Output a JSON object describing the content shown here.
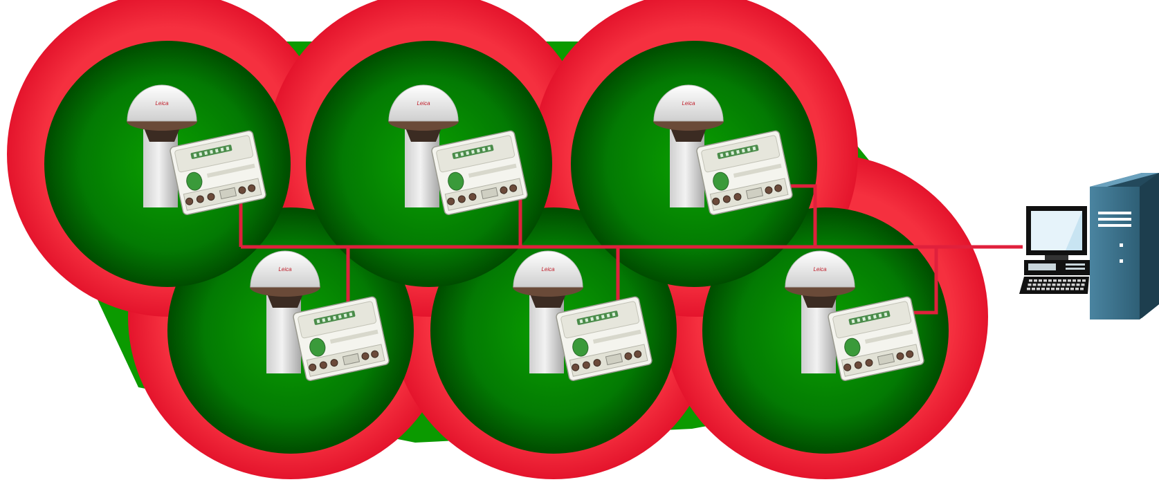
{
  "diagram": {
    "type": "network",
    "description_text": "",
    "stations": [
      {
        "id": "station-1",
        "row": "top",
        "brand_text": "Leica"
      },
      {
        "id": "station-2",
        "row": "top",
        "brand_text": "Leica"
      },
      {
        "id": "station-3",
        "row": "top",
        "brand_text": "Leica"
      },
      {
        "id": "station-4",
        "row": "bottom",
        "brand_text": "Leica"
      },
      {
        "id": "station-5",
        "row": "bottom",
        "brand_text": "Leica"
      },
      {
        "id": "station-6",
        "row": "bottom",
        "brand_text": "Leica"
      }
    ],
    "server": {
      "id": "control-computer",
      "components": [
        "monitor",
        "desktop-unit",
        "keyboard",
        "tower"
      ]
    },
    "connections": "all stations linked to a common line feeding the control computer",
    "colors": {
      "coverage_ring": "#e8203a",
      "coverage_inner_light": "#0aa000",
      "coverage_inner_dark": "#004c00",
      "link_line": "#e0203c",
      "tower": "#3a6f88",
      "tower_dark": "#23495c",
      "antenna": "#efefef",
      "receiver_body": "#f4f4ee",
      "receiver_accent": "#3a9a3a"
    }
  }
}
